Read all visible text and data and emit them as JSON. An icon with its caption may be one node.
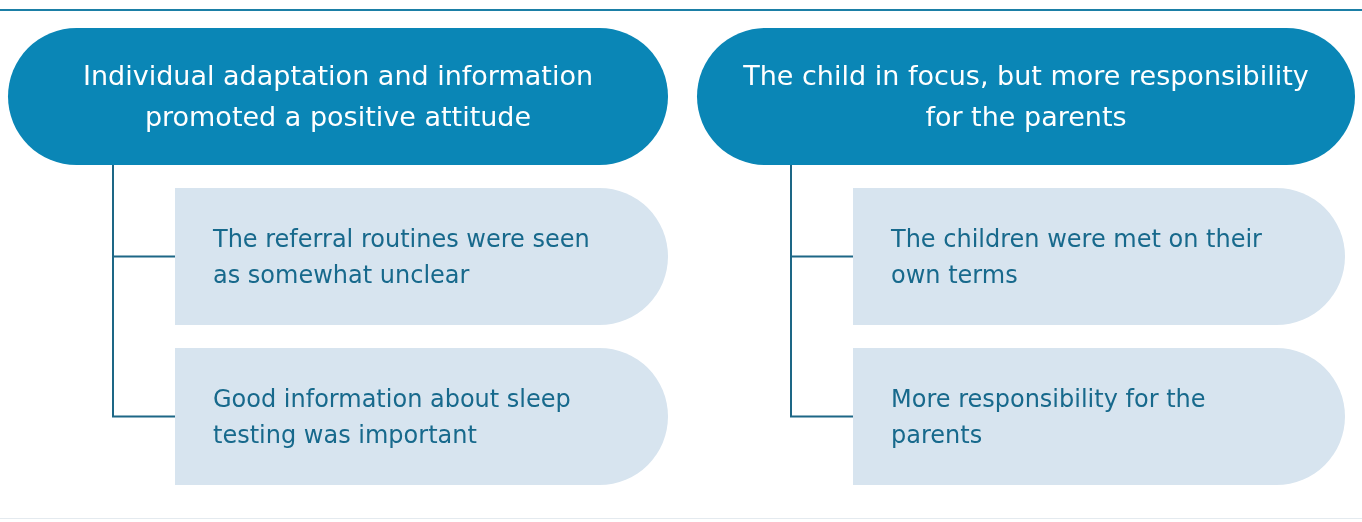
{
  "diagram": {
    "nodes": [
      {
        "text": [
          "Individual adaptation and information promoted a positive attitude"
        ]
      },
      {
        "text": [
          "The referral routines were seen as somewhat unclear"
        ]
      },
      {
        "text": [
          "Good information about sleep testing was important"
        ]
      },
      {
        "text": [
          "The child in focus, but more responsibility for the parents"
        ]
      },
      {
        "text": [
          "The children were met on their own terms"
        ]
      },
      {
        "text": [
          "More responsibility for the parents"
        ]
      }
    ],
    "edges": [
      {
        "from": 0,
        "to": 1,
        "arrow": "none"
      },
      {
        "from": 0,
        "to": 2,
        "arrow": "none"
      },
      {
        "from": 3,
        "to": 4,
        "arrow": "none"
      },
      {
        "from": 3,
        "to": 5,
        "arrow": "none"
      }
    ]
  }
}
